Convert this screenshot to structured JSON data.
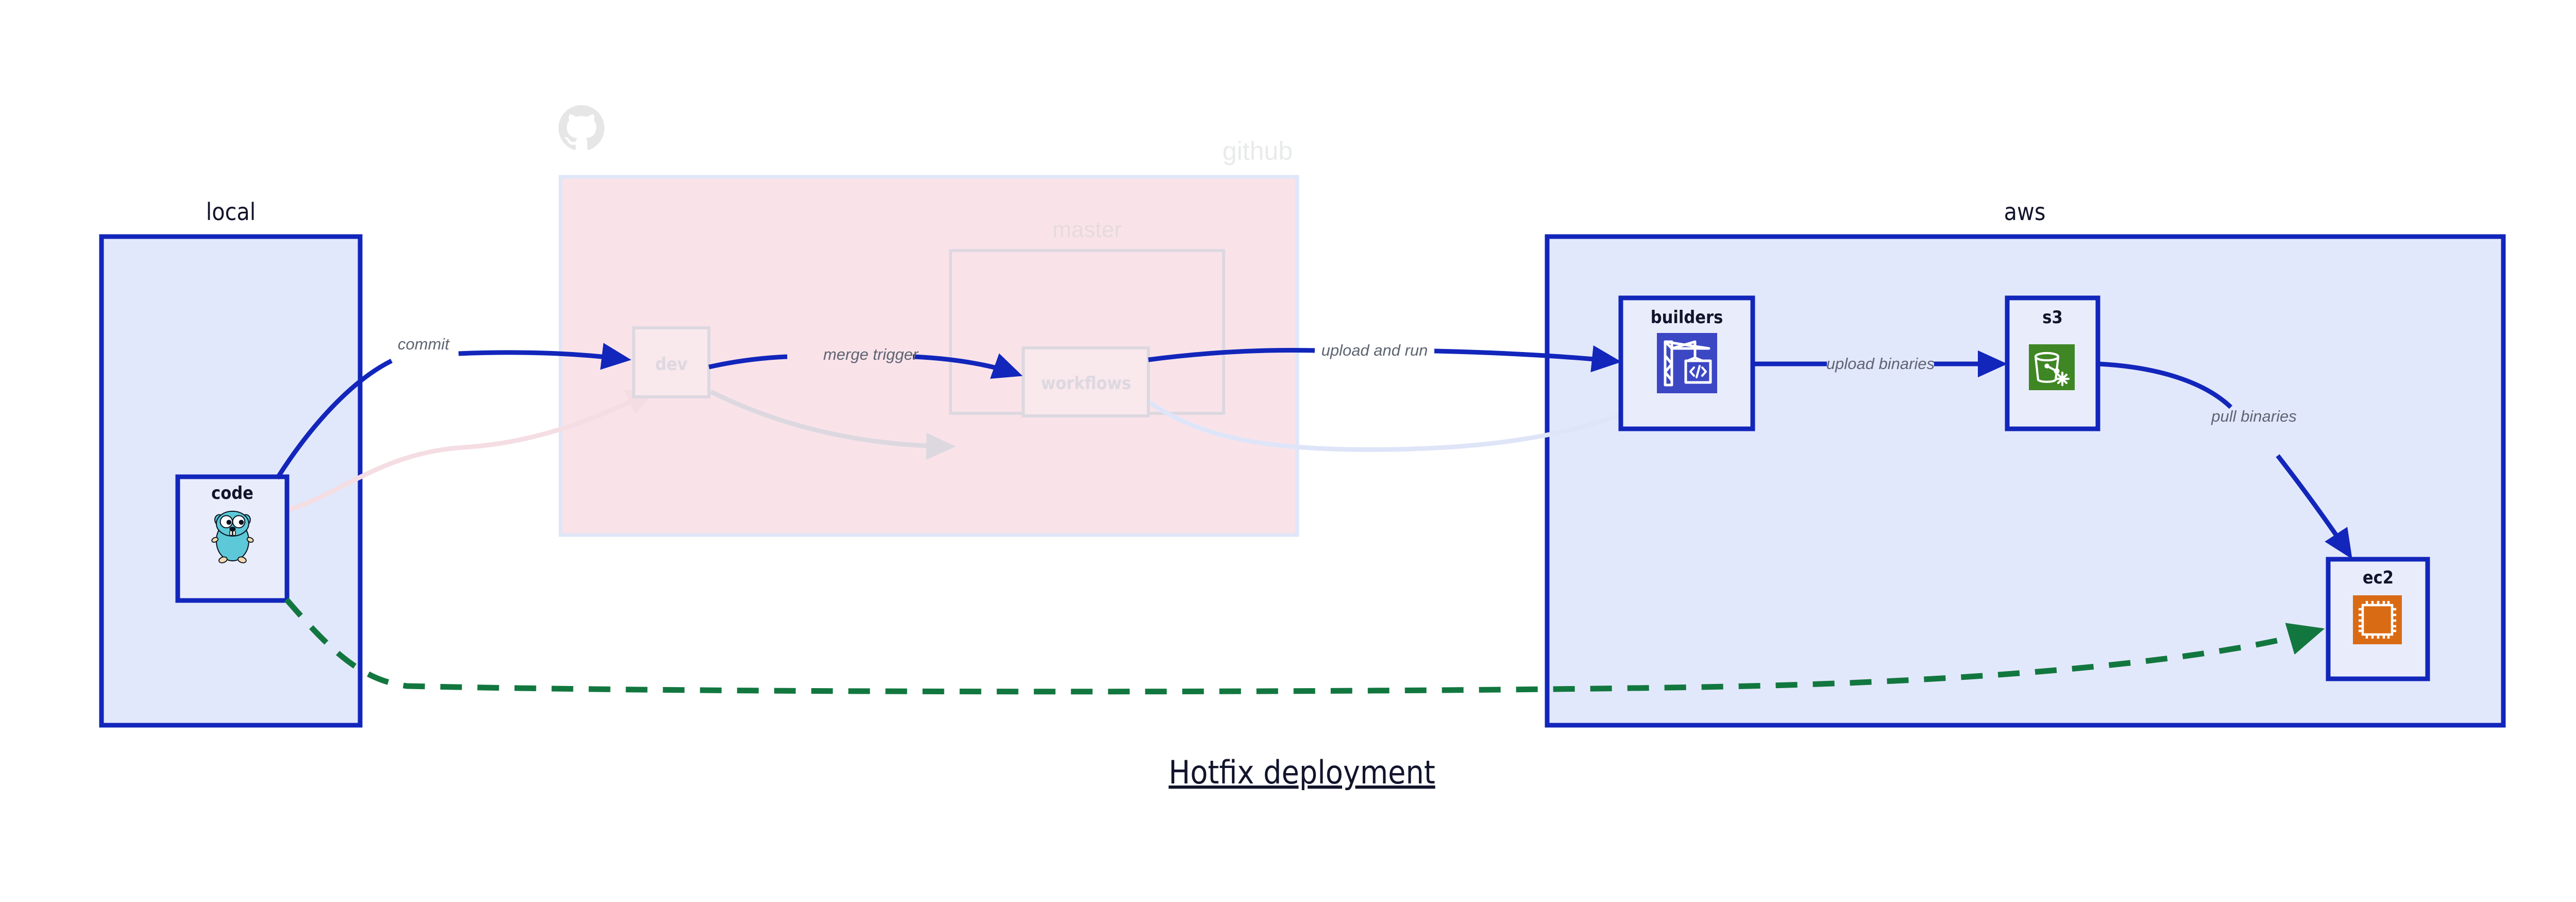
{
  "title": "Hotfix deployment",
  "colors": {
    "container_border": "#1226bb",
    "container_fill": "#e2e8fb",
    "github_fill": "#f9e3e9",
    "github_border": "#dfe6f7",
    "edge_blue": "#1226bb",
    "edge_green": "#12773f",
    "edge_label": "#5e6472",
    "ghost_pink": "#f4dde3",
    "ghost_blue": "#e0e6f8",
    "ghost_gray": "#ddd8e0",
    "codebuild_blue": "#3c47c4",
    "s3_green": "#3f8624",
    "ec2_orange": "#da6b15",
    "gopher_teal": "#5dc9d8",
    "octocat_gray": "#e6e6e6",
    "text_dark": "#11142b"
  },
  "groups": [
    {
      "id": "local",
      "label": "local",
      "ghost": false
    },
    {
      "id": "github",
      "label": "github",
      "ghost": true
    },
    {
      "id": "aws",
      "label": "aws",
      "ghost": false
    }
  ],
  "subgroups": [
    {
      "id": "master",
      "label": "master",
      "parent": "github",
      "ghost": true
    }
  ],
  "nodes": [
    {
      "id": "code",
      "label": "code",
      "group": "local",
      "icon": "go-gopher-icon",
      "ghost": false
    },
    {
      "id": "dev",
      "label": "dev",
      "group": "github",
      "icon": null,
      "ghost": true
    },
    {
      "id": "workflows",
      "label": "workflows",
      "group": "master",
      "icon": null,
      "ghost": true
    },
    {
      "id": "builders",
      "label": "builders",
      "group": "aws",
      "icon": "aws-codebuild-icon",
      "ghost": false
    },
    {
      "id": "s3",
      "label": "s3",
      "group": "aws",
      "icon": "aws-s3-glacier-icon",
      "ghost": false
    },
    {
      "id": "ec2",
      "label": "ec2",
      "group": "aws",
      "icon": "aws-ec2-icon",
      "ghost": false
    }
  ],
  "edges": [
    {
      "id": "e-commit",
      "from": "code",
      "to": "dev",
      "label": "commit",
      "style": "solid",
      "color": "#1226bb",
      "ghost": false
    },
    {
      "id": "e-merge-trigger",
      "from": "dev",
      "to": "workflows",
      "label": "merge trigger",
      "style": "solid",
      "color": "#1226bb",
      "ghost": false
    },
    {
      "id": "e-upload-and-run",
      "from": "workflows",
      "to": "builders",
      "label": "upload and run",
      "style": "solid",
      "color": "#1226bb",
      "ghost": false
    },
    {
      "id": "e-upload-binaries",
      "from": "builders",
      "to": "s3",
      "label": "upload binaries",
      "style": "solid",
      "color": "#1226bb",
      "ghost": false
    },
    {
      "id": "e-pull-binaries",
      "from": "s3",
      "to": "ec2",
      "label": "pull binaries",
      "style": "solid",
      "color": "#1226bb",
      "ghost": false
    },
    {
      "id": "e-hotfix-direct",
      "from": "code",
      "to": "ec2",
      "label": "",
      "style": "dashed",
      "color": "#12773f",
      "ghost": false
    },
    {
      "id": "e-ghost-code-dev",
      "from": "code",
      "to": "dev",
      "label": "",
      "style": "solid",
      "color": "#f4dde3",
      "ghost": true
    },
    {
      "id": "e-ghost-dev-wf",
      "from": "dev",
      "to": "workflows",
      "label": "",
      "style": "solid",
      "color": "#ddd8e0",
      "ghost": true
    },
    {
      "id": "e-ghost-wf-build",
      "from": "workflows",
      "to": "builders",
      "label": "",
      "style": "solid",
      "color": "#e0e6f8",
      "ghost": true
    }
  ],
  "icons": {
    "go_gopher": "go-gopher-icon",
    "octocat": "github-octocat-icon",
    "codebuild": "aws-codebuild-icon",
    "s3_glacier": "aws-s3-glacier-icon",
    "ec2": "aws-ec2-icon"
  }
}
